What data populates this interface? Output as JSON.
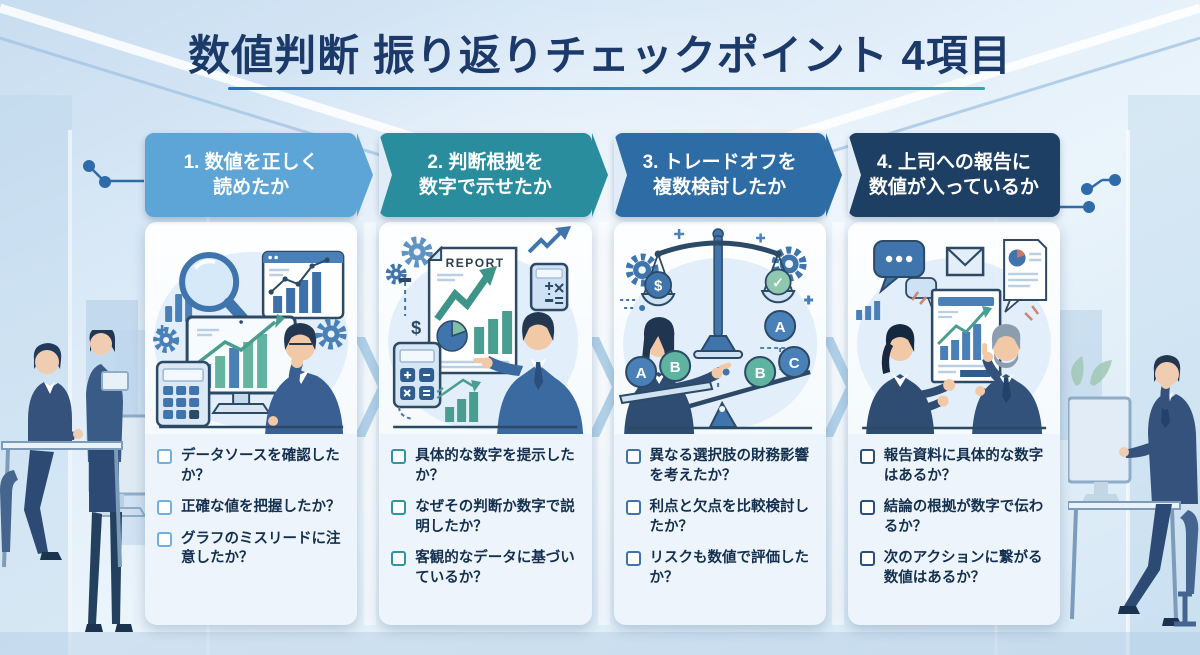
{
  "title": "数値判断 振り返りチェックポイント 4項目",
  "colors": {
    "title_text": "#1c3a69",
    "body_text": "#14304e",
    "underline_gradient": [
      "#2f6fb5",
      "#37a2ad"
    ],
    "header_backgrounds": [
      "#5ca5d6",
      "#2a8d9e",
      "#2e6ca6",
      "#1d3f63"
    ],
    "checkbox_borders": [
      "#6fb0dd",
      "#2f93a3",
      "#3c74ab",
      "#27507a"
    ],
    "gap_arrow": "#b3d2ea",
    "card_background": "#edf4fb"
  },
  "columns": [
    {
      "header_line1": "1. 数値を正しく",
      "header_line2": "読めたか",
      "illustration": "person-analyzing-charts-with-magnifier-monitor-calculator",
      "items": [
        "データソースを確認したか？",
        "正確な値を把握したか？",
        "グラフのミスリードに注意したか？"
      ]
    },
    {
      "header_line1": "2. 判断根拠を",
      "header_line2": "数字で示せたか",
      "illustration": "person-pointing-at-report-with-charts-and-calculators",
      "labels": {
        "report": "REPORT",
        "dollar": "$"
      },
      "items": [
        "具体的な数字を提示したか？",
        "なぜその判断か数字で説明したか？",
        "客観的なデータに基づいているか？"
      ]
    },
    {
      "header_line1": "3. トレードオフを",
      "header_line2": "複数検討したか",
      "illustration": "woman-comparing-options-on-balance-scale-and-seesaw",
      "labels": {
        "pan_left": "$",
        "pan_right": "✓",
        "ball_left_a": "A",
        "ball_left_b": "B",
        "ball_top_a": "A",
        "ball_b": "B",
        "ball_c": "C"
      },
      "items": [
        "異なる選択肢の財務影響を考えたか？",
        "利点と欠点を比較検討したか？",
        "リスクも数値で評価したか？"
      ]
    },
    {
      "header_line1": "4. 上司への報告に",
      "header_line2": "数値が入っているか",
      "illustration": "two-people-discussing-report-with-chart",
      "items": [
        "報告資料に具体的な数字はあるか？",
        "結論の根拠が数字で伝わるか？",
        "次のアクションに繋がる数値はあるか？"
      ]
    }
  ]
}
